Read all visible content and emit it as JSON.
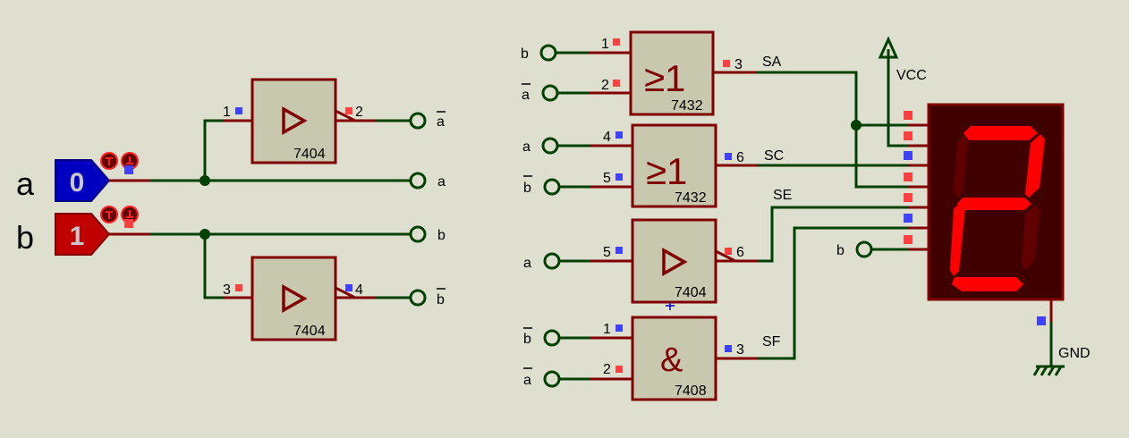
{
  "colors": {
    "background": "#dfdfd0",
    "wire": "#004000",
    "pin": "#800000",
    "chip_fill": "#c8c8ae",
    "logic_high": "#ff4040",
    "logic_low": "#4040ff",
    "segment_on": "#ff0000",
    "segment_off": "#600000",
    "display_body": "#400000"
  },
  "inputs": [
    {
      "name": "a",
      "value": "0",
      "state": "low",
      "color": "#0000c0"
    },
    {
      "name": "b",
      "value": "1",
      "state": "high",
      "color": "#c00000"
    }
  ],
  "left_gates": [
    {
      "part": "7404",
      "in_pin": "1",
      "out_pin": "2",
      "in_state": "low",
      "out_state": "high",
      "out_label": "a",
      "out_overbar": true
    },
    {
      "part": "7404",
      "in_pin": "3",
      "out_pin": "4",
      "in_state": "high",
      "out_state": "low",
      "out_label": "b",
      "out_overbar": true
    }
  ],
  "left_terminals": [
    {
      "label": "a",
      "overbar": false
    },
    {
      "label": "b",
      "overbar": false
    }
  ],
  "right_gates": [
    {
      "part": "7432",
      "symbol": "≥1",
      "inputs": [
        {
          "pin": "1",
          "label": "b",
          "overbar": false,
          "state": "high"
        },
        {
          "pin": "2",
          "label": "a",
          "overbar": true,
          "state": "high"
        }
      ],
      "out_pin": "3",
      "out_state": "high",
      "net": "SA"
    },
    {
      "part": "7432",
      "symbol": "≥1",
      "inputs": [
        {
          "pin": "4",
          "label": "a",
          "overbar": false,
          "state": "low"
        },
        {
          "pin": "5",
          "label": "b",
          "overbar": true,
          "state": "low"
        }
      ],
      "out_pin": "6",
      "out_state": "low",
      "net": "SC"
    },
    {
      "part": "7404",
      "symbol": "▷",
      "inputs": [
        {
          "pin": "5",
          "label": "a",
          "overbar": false,
          "state": "low"
        }
      ],
      "out_pin": "6",
      "out_state": "high",
      "net": "SE"
    },
    {
      "part": "7408",
      "symbol": "&",
      "inputs": [
        {
          "pin": "1",
          "label": "b",
          "overbar": true,
          "state": "low"
        },
        {
          "pin": "2",
          "label": "a",
          "overbar": true,
          "state": "high"
        }
      ],
      "out_pin": "3",
      "out_state": "low",
      "net": "SF"
    }
  ],
  "power": {
    "vcc_label": "VCC",
    "gnd_label": "GND"
  },
  "display": {
    "digit": "2",
    "segments": {
      "a": true,
      "b": true,
      "c": false,
      "d": true,
      "e": true,
      "f": false,
      "g": true
    },
    "pin_states": [
      "high",
      "high",
      "low",
      "high",
      "high",
      "low",
      "high"
    ],
    "gnd_state": "low",
    "extra_terminal_label": "b"
  }
}
